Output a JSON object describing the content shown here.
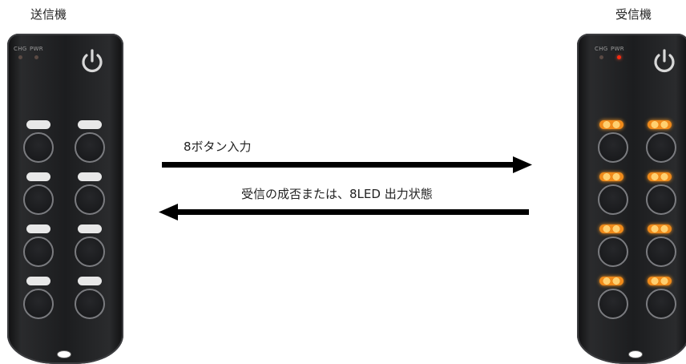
{
  "transmitter": {
    "title": "送信機",
    "indicators": [
      {
        "label": "CHG",
        "lit": false
      },
      {
        "label": "PWR",
        "lit": false
      }
    ],
    "leds_lit": false
  },
  "receiver": {
    "title": "受信機",
    "indicators": [
      {
        "label": "CHG",
        "lit": false
      },
      {
        "label": "PWR",
        "lit": true
      }
    ],
    "leds_lit": true
  },
  "arrows": {
    "forward_label": "8ボタン入力",
    "backward_label": "受信の成否または、8LED 出力状態"
  },
  "colors": {
    "led_on": "#f08a1a",
    "led_off": "#e8e8e8",
    "pwr_on": "#ff2a10",
    "arrow": "#000000"
  }
}
